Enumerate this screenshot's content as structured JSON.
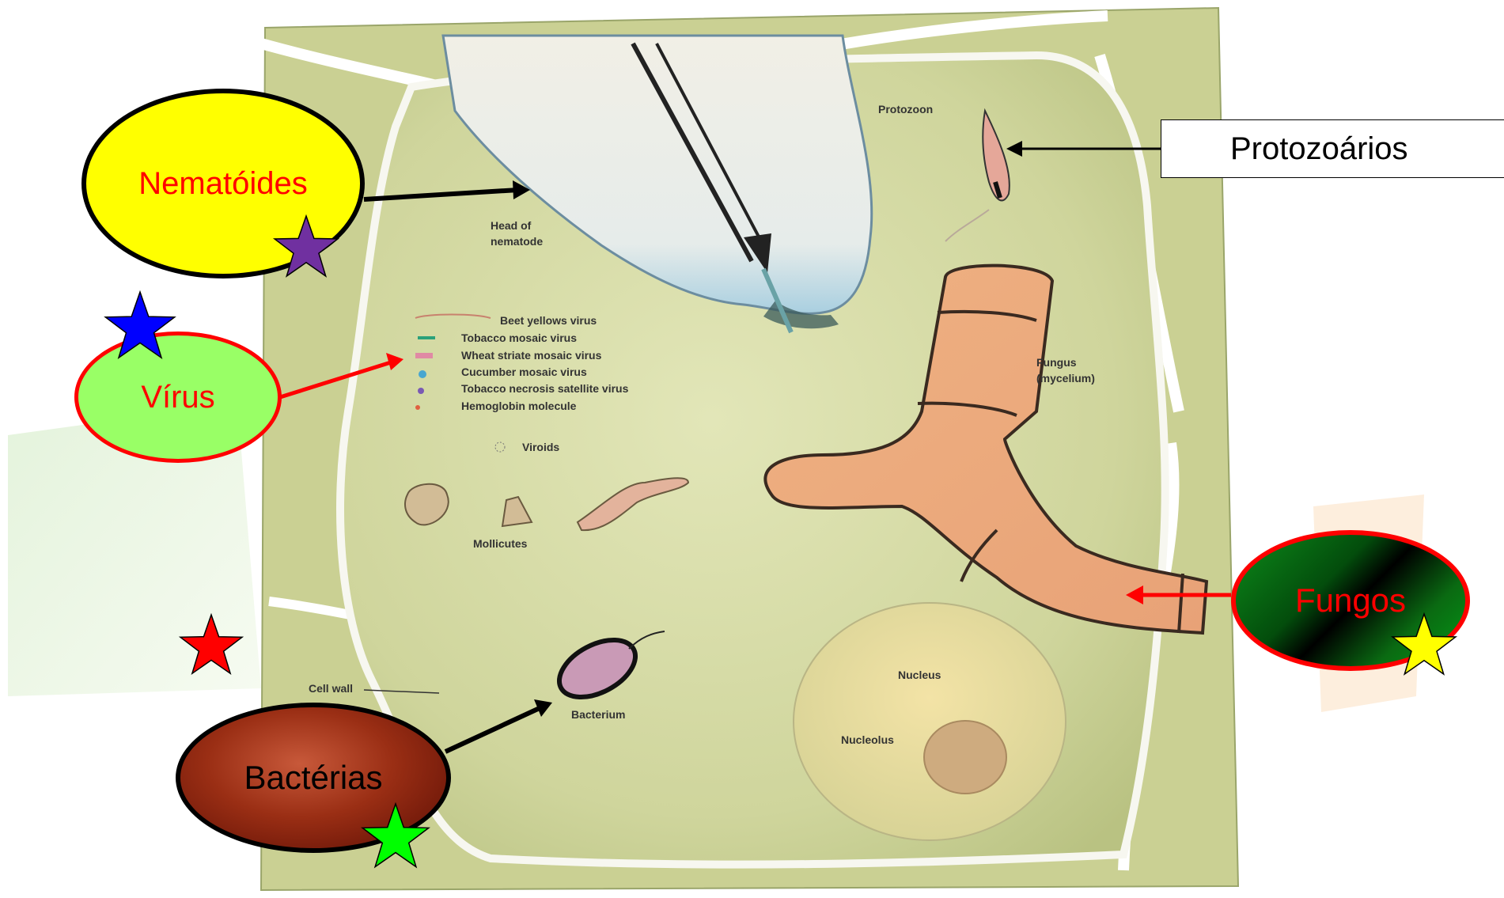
{
  "labels": {
    "nematoides": "Nematóides",
    "virus": "Vírus",
    "bacterias": "Bactérias",
    "fungos": "Fungos",
    "protozoarios": "Protozoários"
  },
  "illustration": {
    "protozoon": "Protozoon",
    "head_of_nematode": [
      "Head of",
      "nematode"
    ],
    "virus_list": [
      "Beet yellows virus",
      "Tobacco mosaic virus",
      "Wheat striate mosaic virus",
      "Cucumber mosaic virus",
      "Tobacco necrosis satellite virus",
      "Hemoglobin molecule"
    ],
    "viroids": "Viroids",
    "mollicutes": "Mollicutes",
    "fungus": [
      "Fungus",
      "(mycelium)"
    ],
    "cell_wall": "Cell wall",
    "bacterium": "Bacterium",
    "nucleus": "Nucleus",
    "nucleolus": "Nucleolus"
  },
  "colors": {
    "cytoplasm": "#cdd49a",
    "star_purple": "#7030a0",
    "star_blue": "#0000ff",
    "star_red": "#ff0000",
    "star_green": "#00ff00",
    "star_yellow": "#ffff00"
  }
}
